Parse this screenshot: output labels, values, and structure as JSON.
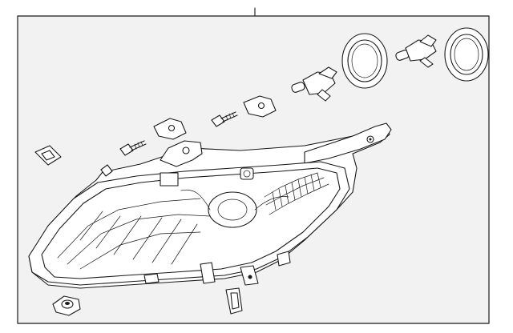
{
  "diagram": {
    "background": "#ffffff",
    "frame_background": "#f2f2f2",
    "line_color": "#1a1a1a",
    "parts": [
      {
        "name": "headlamp-assembly"
      },
      {
        "name": "adjuster-nut"
      },
      {
        "name": "mounting-bolt"
      },
      {
        "name": "mounting-bracket"
      },
      {
        "name": "bulb"
      },
      {
        "name": "seal-ring"
      },
      {
        "name": "retainer-clip"
      },
      {
        "name": "nut"
      }
    ]
  }
}
